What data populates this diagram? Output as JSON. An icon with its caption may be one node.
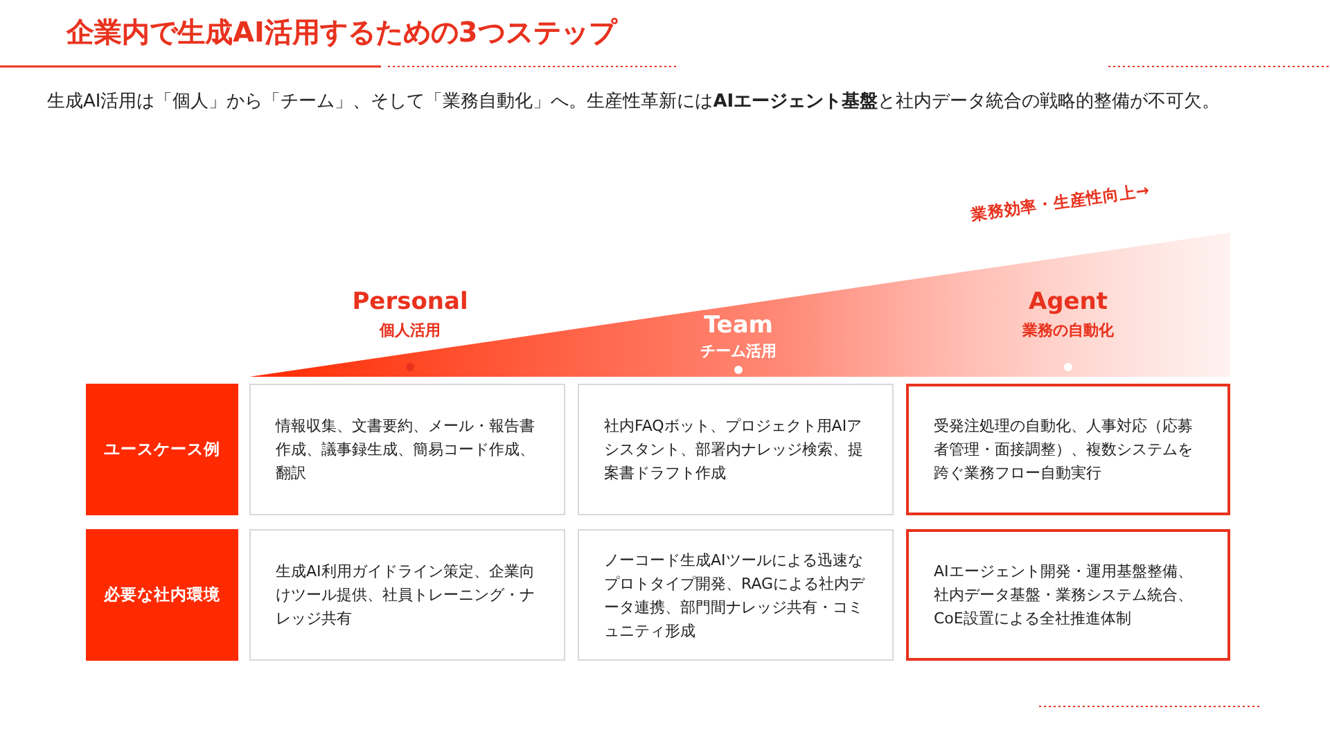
{
  "diagram": {
    "title": "企業内で生成AI活用するための3つステップ",
    "nodes": [
      {
        "text": [
          "ユースケース例"
        ]
      },
      {
        "text": [
          "情報収集、文書要約、メール・報告書作成、議事録生成、簡易コード作成、翻訳"
        ]
      },
      {
        "text": [
          "社内FAQボット、プロジェクト用AIアシスタント、部署内ナレッジ検索、提案書ドラフト作成"
        ]
      },
      {
        "text": [
          "受発注処理の自動化、人事対応（応募者管理・面接調整）、複数システムを跨ぐ業務フロー自動実行"
        ]
      },
      {
        "text": [
          "必要な社内環境"
        ]
      },
      {
        "text": [
          "生成AI利用ガイドライン策定、企業向けツール提供、社員トレーニング・ナレッジ共有"
        ]
      },
      {
        "text": [
          "ノーコード生成AIツールによる迅速なプロトタイプ開発、RAGによる社内データ連携、部門間ナレッジ共有・コミュニティ形成"
        ]
      },
      {
        "text": [
          "AIエージェント開発・運用基盤整備、社内データ基盤・業務システム統合、CoE設置による全社推進体制"
        ]
      }
    ],
    "labels": [
      "生成AI活用は「個人」から「チーム」、そして「業務自動化」へ。生産性革新には**AIエージェント基盤**と社内データ統合の戦略的整備が不可欠。",
      "業務効率・生産性向上→",
      "Personal",
      "個人活用",
      "Team",
      "チーム活用",
      "Agent",
      "業務の自動化"
    ]
  }
}
